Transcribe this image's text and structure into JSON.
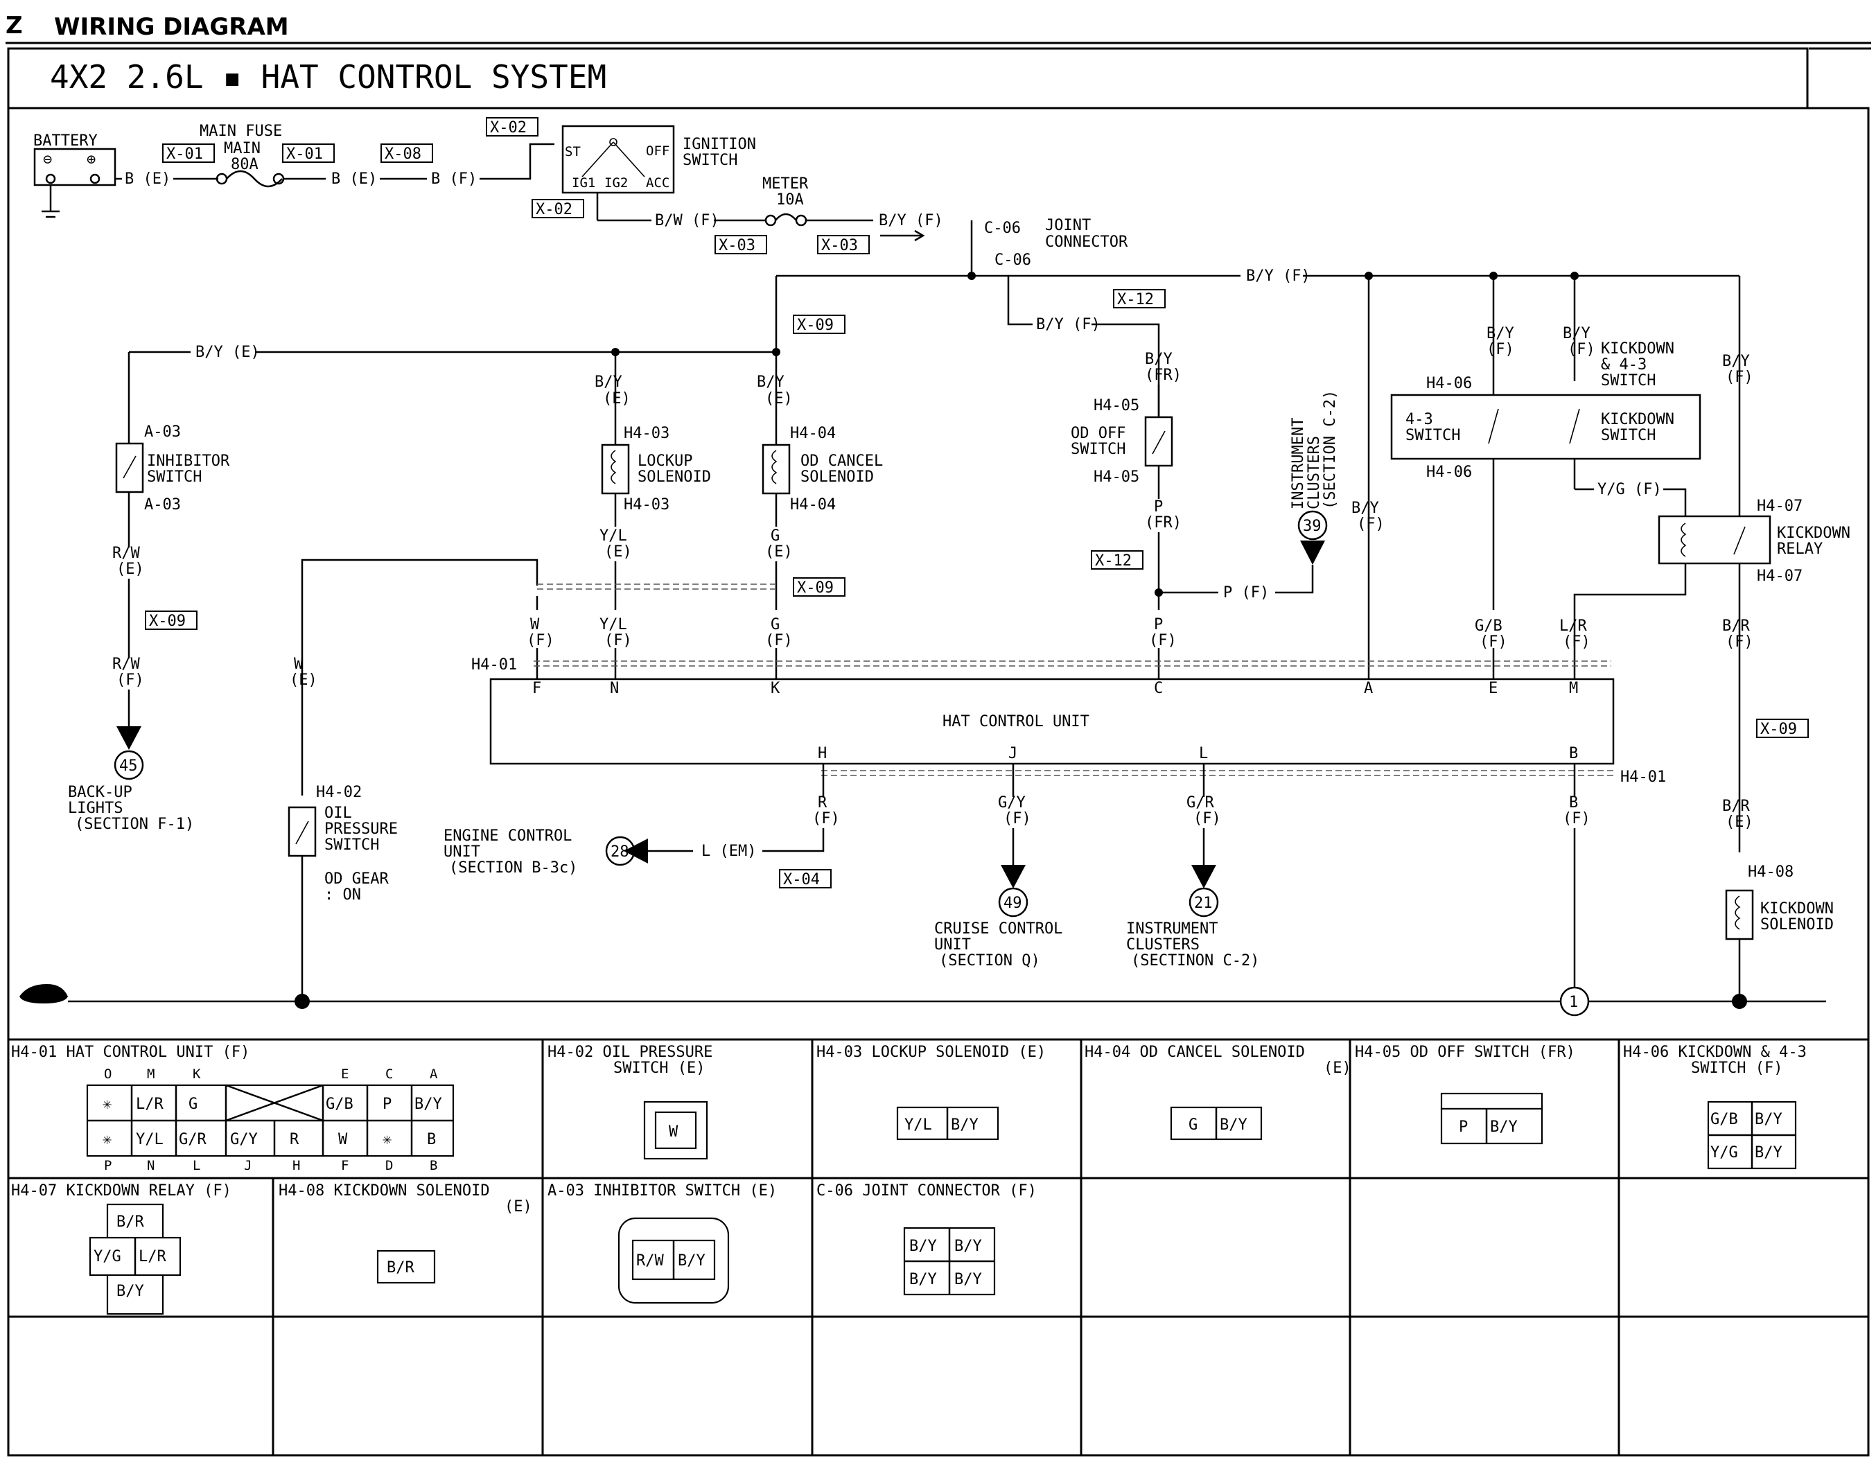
{
  "header": {
    "section_letter": "Z",
    "section_title": "WIRING DIAGRAM",
    "title": "4X2 2.6L ▪ HAT CONTROL SYSTEM"
  },
  "connector_tags": [
    "X-01",
    "X-01",
    "X-08",
    "X-02",
    "X-02",
    "X-03",
    "X-03",
    "X-09",
    "X-12",
    "X-09",
    "X-09",
    "X-12",
    "X-04",
    "X-09"
  ],
  "components": {
    "battery": "BATTERY",
    "main_fuse": "MAIN FUSE",
    "main_fuse_name": "MAIN",
    "main_fuse_rating": "80A",
    "ignition_switch": [
      "IGNITION",
      "SWITCH"
    ],
    "ign_terminals": [
      "ST",
      "OFF",
      "IG1",
      "IG2",
      "ACC"
    ],
    "meter": "METER",
    "meter_rating": "10A",
    "joint_connector": [
      "JOINT",
      "CONNECTOR"
    ],
    "inhibitor_switch": [
      "INHIBITOR",
      "SWITCH"
    ],
    "lockup_solenoid": [
      "LOCKUP",
      "SOLENOID"
    ],
    "od_cancel_solenoid": [
      "OD CANCEL",
      "SOLENOID"
    ],
    "od_off_switch": [
      "OD OFF",
      "SWITCH"
    ],
    "instrument_clusters_v": [
      "INSTRUMENT",
      "CLUSTERS",
      "(SECTION C-2)"
    ],
    "kickdown_43_switch": [
      "KICKDOWN",
      "& 4-3",
      "SWITCH"
    ],
    "switch_43": [
      "4-3",
      "SWITCH"
    ],
    "kickdown_switch": [
      "KICKDOWN",
      "SWITCH"
    ],
    "kickdown_relay": [
      "KICKDOWN",
      "RELAY"
    ],
    "hat_control_unit": "HAT CONTROL UNIT",
    "backup_lights": [
      "BACK-UP",
      "LIGHTS",
      "(SECTION F-1)"
    ],
    "oil_pressure_switch": [
      "OIL",
      "PRESSURE",
      "SWITCH"
    ],
    "od_gear": [
      "OD GEAR",
      ": ON"
    ],
    "engine_control_unit": [
      "ENGINE CONTROL",
      "UNIT",
      "(SECTION B-3c)"
    ],
    "cruise_control_unit": [
      "CRUISE CONTROL",
      "UNIT",
      "(SECTION Q)"
    ],
    "instrument_clusters_b": [
      "INSTRUMENT",
      "CLUSTERS",
      "(SECTINON C-2)"
    ],
    "kickdown_solenoid": [
      "KICKDOWN",
      "SOLENOID"
    ]
  },
  "refs": [
    "45",
    "28",
    "49",
    "21",
    "39",
    "1"
  ],
  "wire_labels": {
    "b_e": "B (E)",
    "b_e2": "B (E)",
    "b_f": "B (F)",
    "bw_f": "B/W (F)",
    "by_f1": "B/Y (F)",
    "by_f_main": "B/Y (F)",
    "by_f_x12": "B/Y (F)",
    "by_e_left": "B/Y (E)",
    "by_fr": [
      "B/Y",
      "(FR)"
    ],
    "by_e_lock": [
      "B/Y",
      "(E)"
    ],
    "by_e_od": [
      "B/Y",
      "(E)"
    ],
    "yl_e": [
      "Y/L",
      "(E)"
    ],
    "g_e": [
      "G",
      "(E)"
    ],
    "p_fr": [
      "P",
      "(FR)"
    ],
    "p_f": "P (F)",
    "rw_e": [
      "R/W",
      "(E)"
    ],
    "rw_f": [
      "R/W",
      "(F)"
    ],
    "w_e": [
      "W",
      "(E)"
    ],
    "w_f": [
      "W",
      "(F)"
    ],
    "yl_f": [
      "Y/L",
      "(F)"
    ],
    "g_f": [
      "G",
      "(F)"
    ],
    "p_f2": [
      "P",
      "(F)"
    ],
    "by_f_a": [
      "B/Y",
      "(F)"
    ],
    "by_f_k1": [
      "B/Y",
      "(F)"
    ],
    "by_f_k2": [
      "B/Y",
      "(F)"
    ],
    "by_f_k3": [
      "B/Y",
      "(F)"
    ],
    "gb_f": [
      "G/B",
      "(F)"
    ],
    "lr_f": [
      "L/R",
      "(F)"
    ],
    "br_f": [
      "B/R",
      "(F)"
    ],
    "br_e": [
      "B/R",
      "(E)"
    ],
    "yg_f": "Y/G (F)",
    "r_f": [
      "R",
      "(F)"
    ],
    "gy_f": [
      "G/Y",
      "(F)"
    ],
    "gr_f": [
      "G/R",
      "(F)"
    ],
    "b_f2": [
      "B",
      "(F)"
    ],
    "l_em": "L (EM)"
  },
  "connector_ids": {
    "a03": "A-03",
    "c06": "C-06",
    "h401": "H4-01",
    "h402": "H4-02",
    "h403": "H4-03",
    "h404": "H4-04",
    "h405": "H4-05",
    "h406": "H4-06",
    "h407": "H4-07",
    "h408": "H4-08"
  },
  "hcu_pins_top": [
    "F",
    "N",
    "K",
    "C",
    "A",
    "E",
    "M"
  ],
  "hcu_pins_bottom": [
    "H",
    "J",
    "L",
    "B"
  ],
  "table": {
    "cells": [
      "H4-01 HAT CONTROL UNIT (F)",
      [
        "H4-02 OIL PRESSURE",
        "SWITCH (E)"
      ],
      "H4-03 LOCKUP SOLENOID (E)",
      [
        "H4-04 OD CANCEL SOLENOID",
        "(E)"
      ],
      "H4-05 OD OFF SWITCH (FR)",
      [
        "H4-06 KICKDOWN & 4-3",
        "SWITCH (F)"
      ],
      "H4-07 KICKDOWN RELAY (F)",
      [
        "H4-08 KICKDOWN SOLENOID",
        "(E)"
      ],
      "A-03 INHIBITOR SWITCH (E)",
      "C-06 JOINT CONNECTOR (F)"
    ],
    "h401": {
      "top_letters": [
        "O",
        "M",
        "K",
        "E",
        "C",
        "A"
      ],
      "top_cells": [
        "✳",
        "L/R",
        "G",
        "G/B",
        "P",
        "B/Y"
      ],
      "bottom_cells": [
        "✳",
        "Y/L",
        "G/R",
        "G/Y",
        "R",
        "W",
        "✳",
        "B"
      ],
      "bottom_letters": [
        "P",
        "N",
        "L",
        "J",
        "H",
        "F",
        "D",
        "B"
      ]
    },
    "h402": [
      "W"
    ],
    "h403": [
      "Y/L",
      "B/Y"
    ],
    "h404": [
      "G",
      "B/Y"
    ],
    "h405": [
      "P",
      "B/Y"
    ],
    "h406": [
      "G/B",
      "B/Y",
      "Y/G",
      "B/Y"
    ],
    "h407": [
      "B/R",
      "Y/G",
      "L/R",
      "B/Y"
    ],
    "h408": [
      "B/R"
    ],
    "a03": [
      "R/W",
      "B/Y"
    ],
    "c06": [
      "B/Y",
      "B/Y",
      "B/Y",
      "B/Y"
    ]
  }
}
